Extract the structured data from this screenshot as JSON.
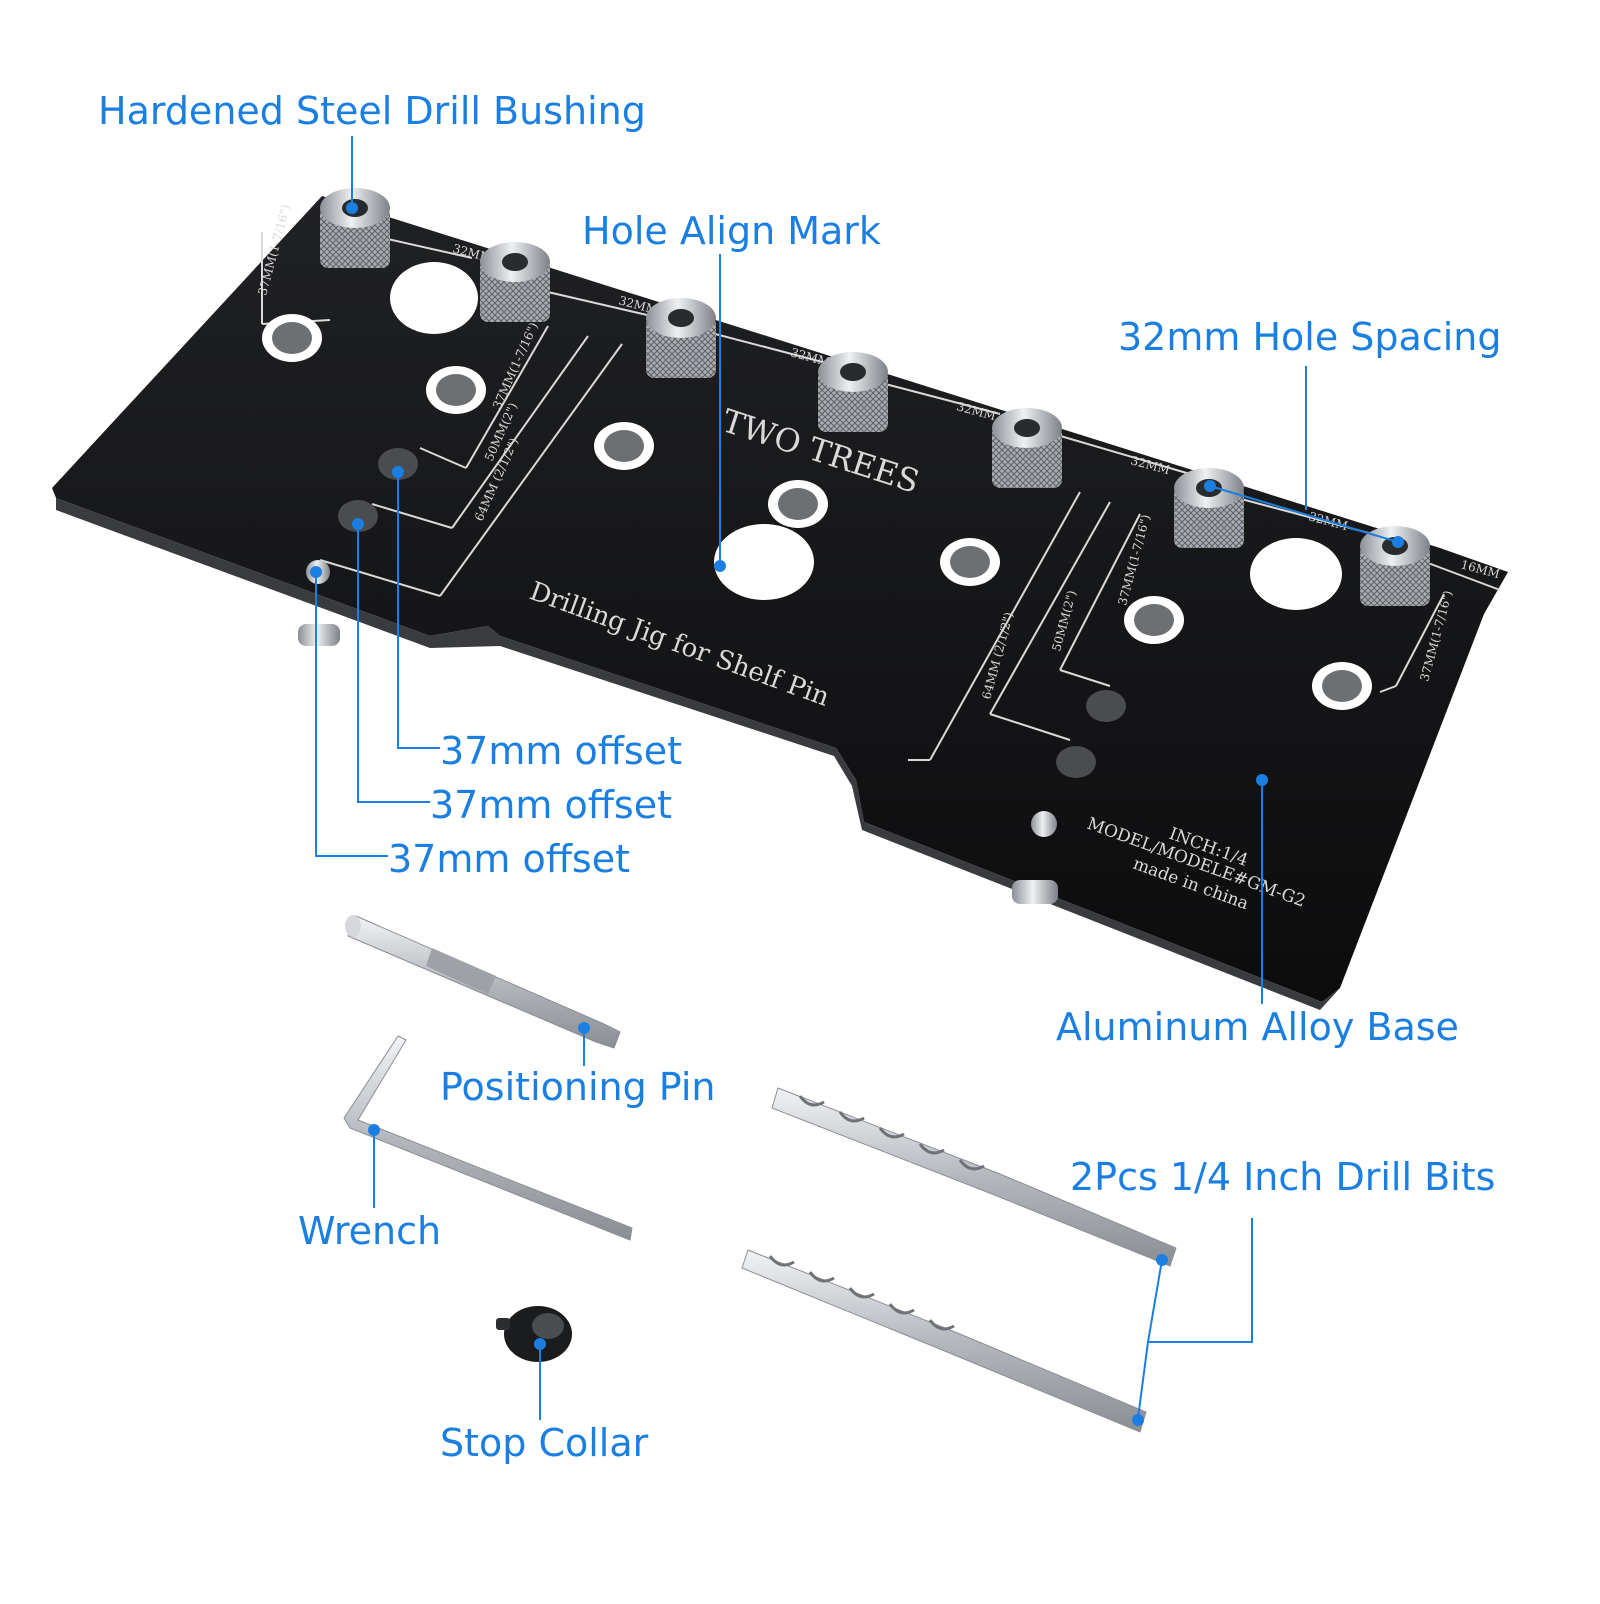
{
  "colors": {
    "accent": "#1a7fe0",
    "plate": "#141416",
    "engraving": "#d9d9d9",
    "steel": "#b9bdc2"
  },
  "plate": {
    "brand": "TWO TREES",
    "product": "Drilling Jig for Shelf Pin",
    "spec_inch": "INCH:1/4",
    "spec_model": "MODEL/MODELE#GM-G2",
    "spec_origin": "made in china",
    "engraving": {
      "spacing_32": "32MM",
      "spacing_16": "16MM",
      "left_37": "37MM(1-7/16\")",
      "left_37b": "37MM(1-7/16\")",
      "left_50": "50MM(2\")",
      "left_64": "64MM (2/1/2\")",
      "right_37": "37MM(1-7/16\")",
      "right_37b": "37MM(1-7/16\")",
      "right_50": "50MM(2\")",
      "right_64": "64MM (2/1/2\")"
    }
  },
  "callouts": {
    "drill_bushing": "Hardened Steel Drill Bushing",
    "hole_align": "Hole Align Mark",
    "hole_spacing": "32mm Hole Spacing",
    "offset_1": "37mm offset",
    "offset_2": "37mm offset",
    "offset_3": "37mm offset",
    "alloy_base": "Aluminum Alloy Base",
    "positioning_pin": "Positioning Pin",
    "wrench": "Wrench",
    "drill_bits": "2Pcs 1/4 Inch Drill Bits",
    "stop_collar": "Stop Collar"
  }
}
